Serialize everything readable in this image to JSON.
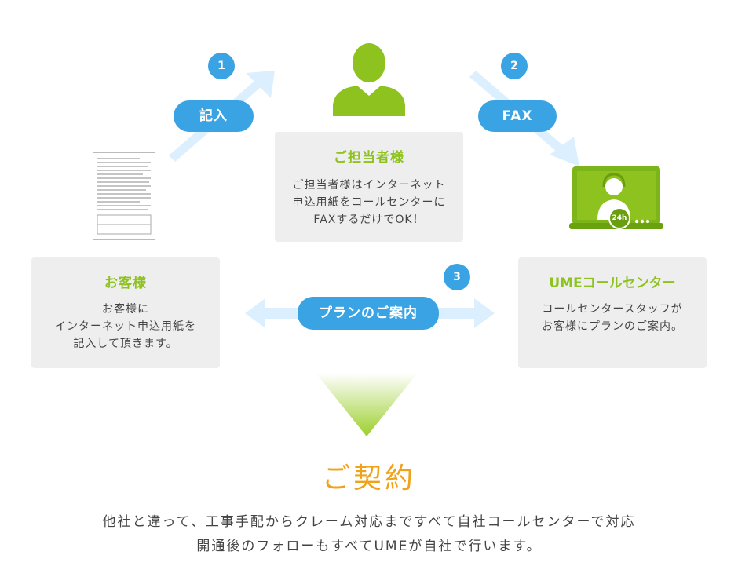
{
  "steps": {
    "step1": "1",
    "step2": "2",
    "step3": "3"
  },
  "pills": {
    "entry": "記入",
    "fax": "FAX",
    "plan": "プランのご案内"
  },
  "person_box": {
    "title": "ご担当者様",
    "lines": [
      "ご担当者様はインターネット",
      "申込用紙をコールセンターに",
      "FAXするだけでOK！"
    ]
  },
  "customer_box": {
    "title": "お客様",
    "lines": [
      "お客様に",
      "インターネット申込用紙を",
      "記入して頂きます。"
    ]
  },
  "callcenter_box": {
    "title": "UMEコールセンター",
    "lines": [
      "コールセンタースタッフが",
      "お客様にプランのご案内。"
    ]
  },
  "monitor_badge": "24h",
  "contract": "ご契約",
  "footer": {
    "line1": "他社と違って、工事手配からクレーム対応まですべて自社コールセンターで対応",
    "line2": "開通後のフォローもすべてUMEが自社で行います。"
  },
  "colors": {
    "green": "#8dc21f",
    "blue": "#3aa3e3",
    "arrow": "#dcefff",
    "orange": "#f0a31a",
    "box": "#eeeeee"
  }
}
